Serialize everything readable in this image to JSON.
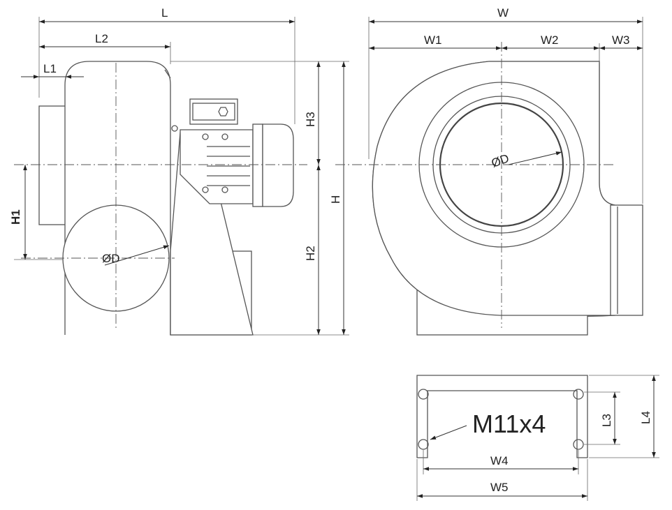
{
  "labels": {
    "L": "L",
    "L1": "L1",
    "L2": "L2",
    "H": "H",
    "H1": "H1",
    "H2": "H2",
    "H3": "H3",
    "D_side": "ØD",
    "D_front": "ØD",
    "W": "W",
    "W1": "W1",
    "W2": "W2",
    "W3": "W3",
    "W4": "W4",
    "W5": "W5",
    "L3": "L3",
    "L4": "L4",
    "bolt": "M11x4"
  }
}
